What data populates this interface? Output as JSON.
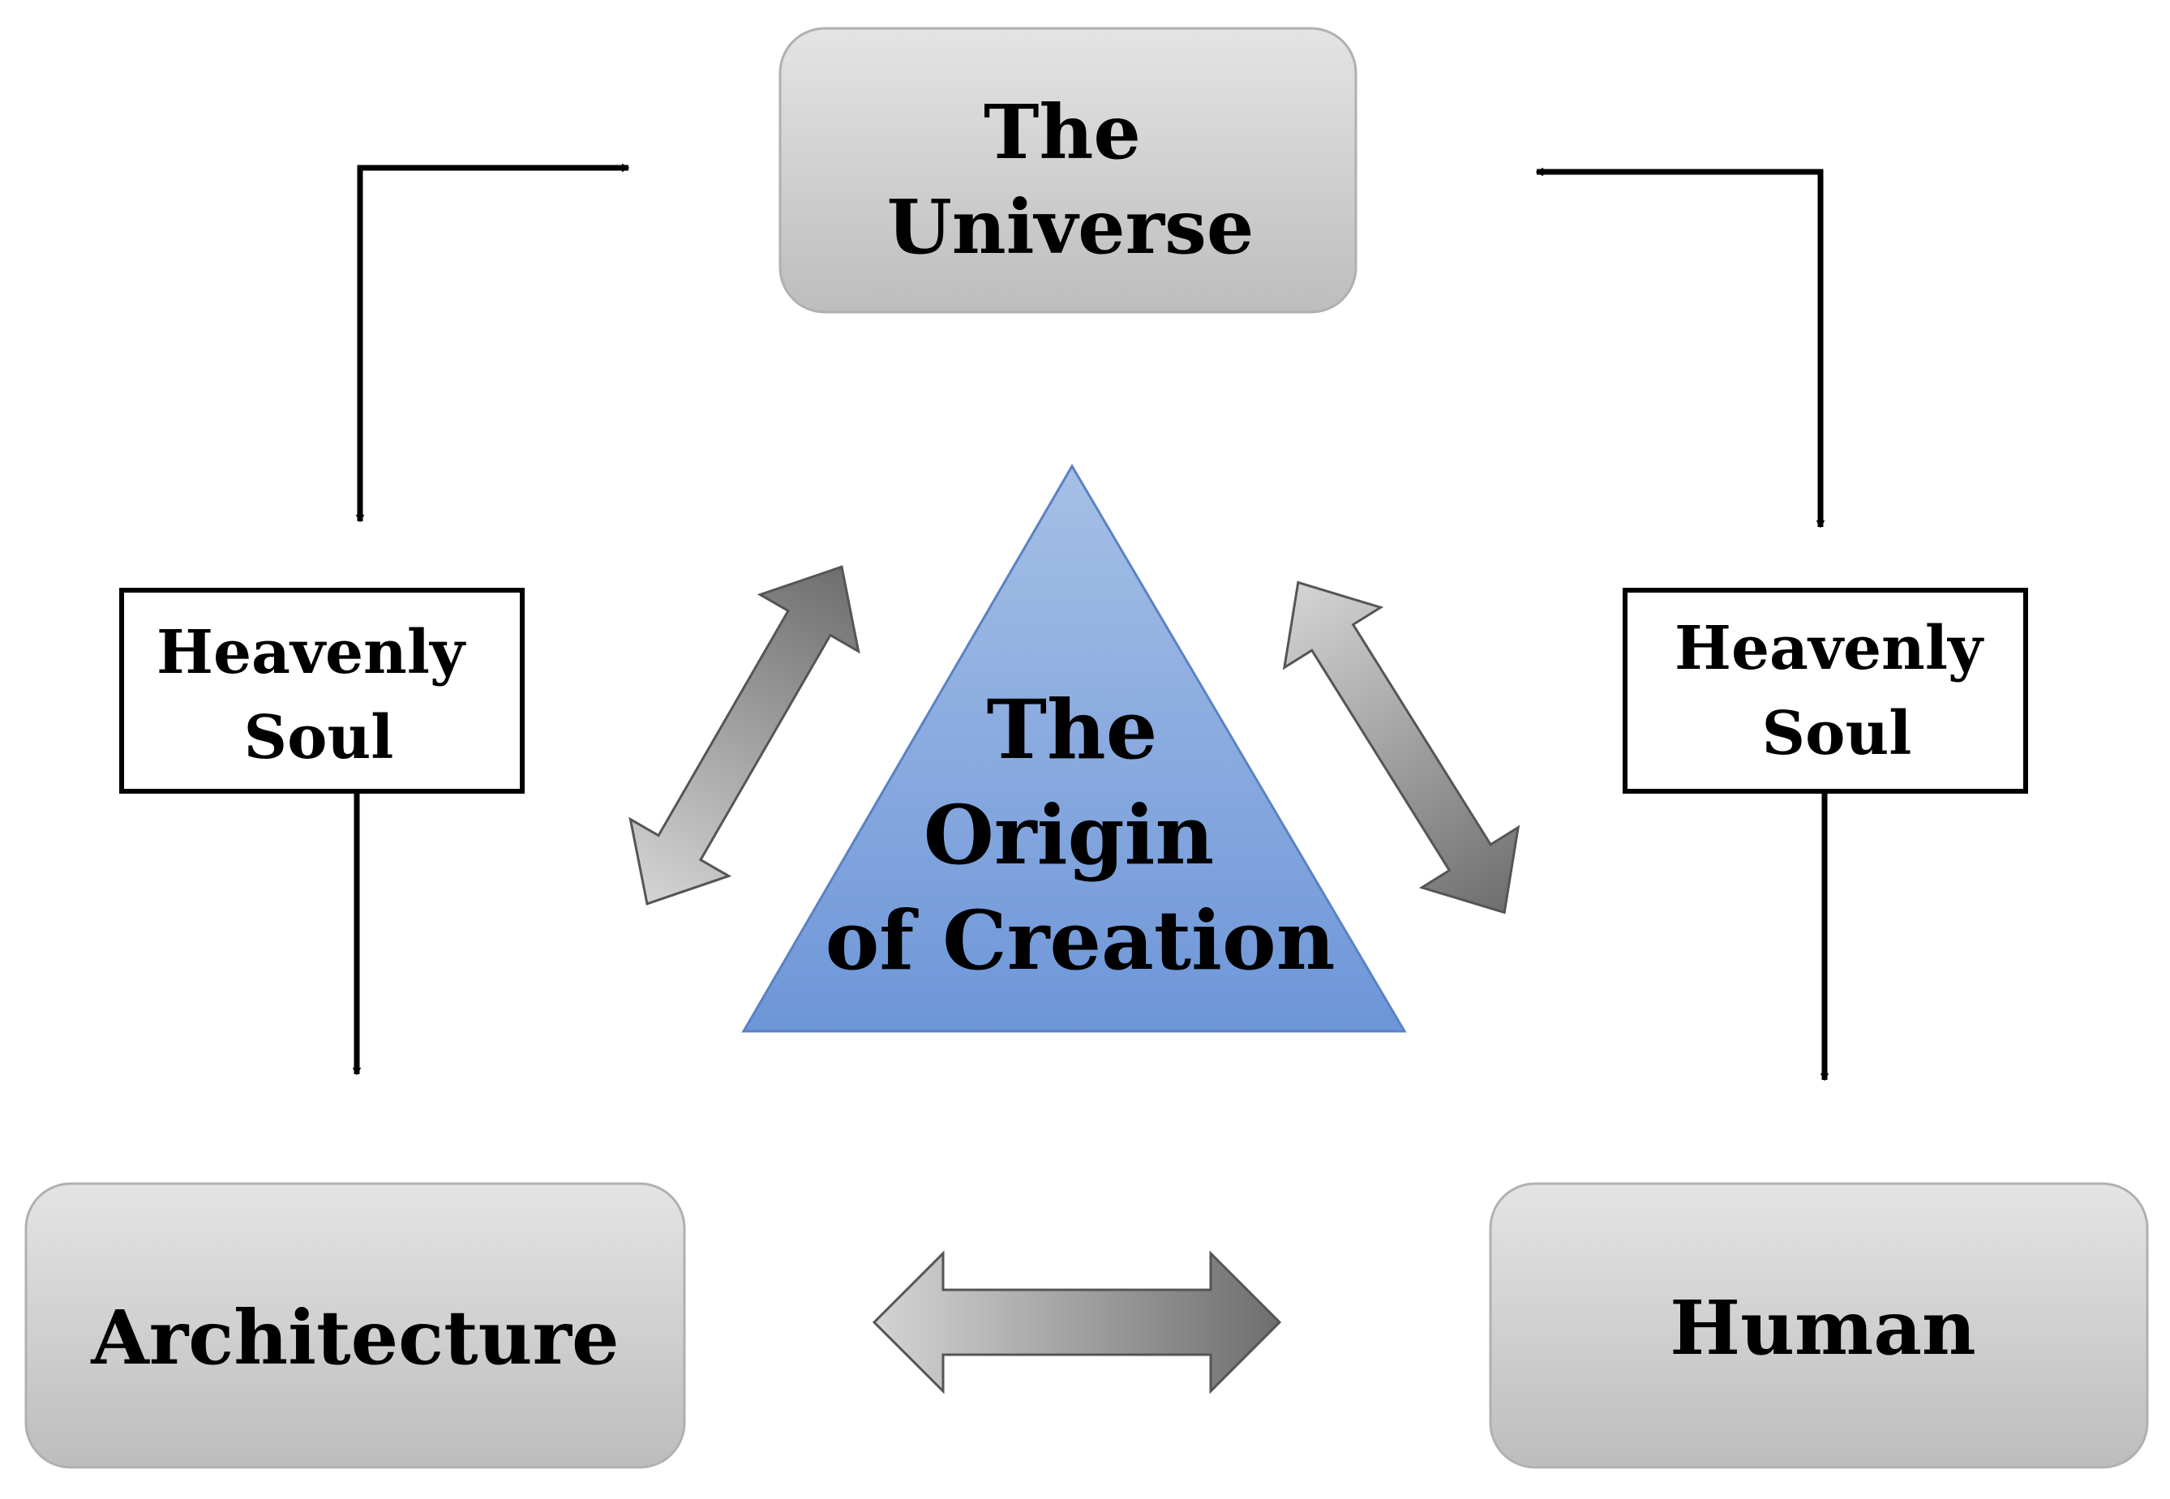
{
  "nodes": {
    "universe": {
      "lines": [
        "The",
        "Universe"
      ]
    },
    "architecture": {
      "label": "Architecture"
    },
    "human": {
      "label": "Human"
    },
    "origin": {
      "lines": [
        "The",
        "Origin",
        "of Creation"
      ]
    },
    "soul_left": {
      "lines": [
        "Heavenly",
        "Soul"
      ]
    },
    "soul_right": {
      "lines": [
        "Heavenly",
        "Soul"
      ]
    }
  },
  "colors": {
    "box_gradient_top": "#e4e4e4",
    "box_gradient_bottom": "#bdbdbd",
    "box_border": "#b0b0b0",
    "triangle_top": "#a6bfe6",
    "triangle_bottom": "#6d96d8",
    "triangle_border": "#5a82c4",
    "gray_arrow_light": "#d8d8d8",
    "gray_arrow_dark": "#6e6e6e",
    "line": "#000000"
  }
}
